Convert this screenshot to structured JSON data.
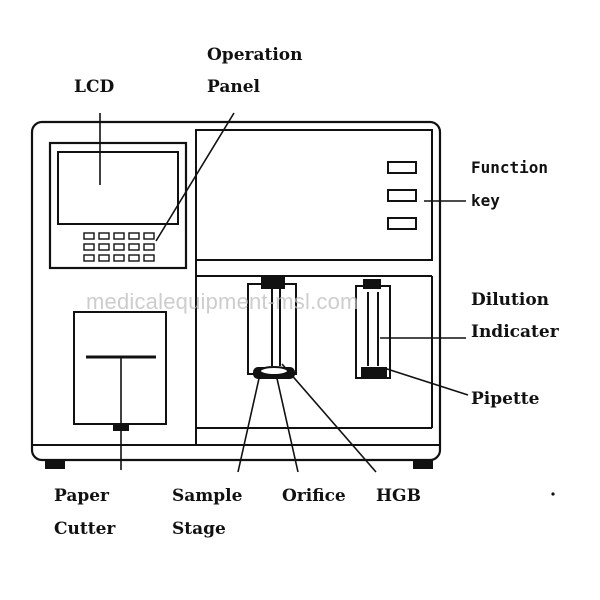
{
  "labels": {
    "lcd": "LCD",
    "operation": "Operation",
    "panel": "Panel",
    "function": "Function",
    "key": "key",
    "dilution": "Dilution",
    "indicater": "Indicater",
    "pipette": "Pipette",
    "paper": "Paper",
    "cutter": "Cutter",
    "sample": "Sample",
    "stage": "Stage",
    "orifice": "Orifice",
    "hgb": "HGB"
  },
  "watermark": "medicalequipment-msl.com"
}
